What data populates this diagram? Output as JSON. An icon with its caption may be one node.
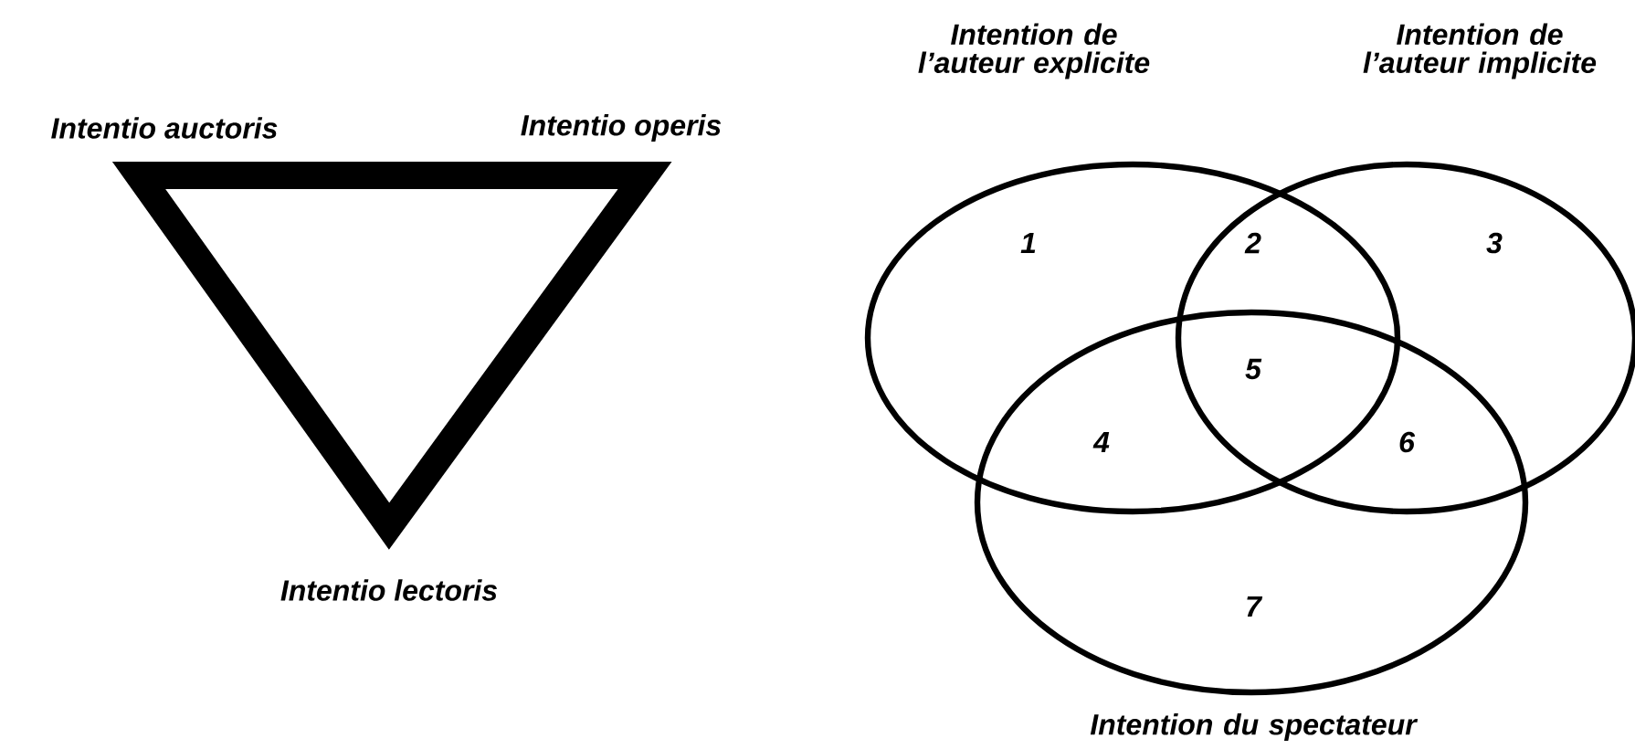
{
  "diagram": {
    "nodes": [
      {
        "text": [
          "Intention de l’auteur explicite"
        ]
      },
      {
        "text": [
          "Intention de l’auteur implicite"
        ]
      },
      {
        "text": [
          "Intention du spectateur"
        ]
      }
    ],
    "labels": [
      "Intentio auctoris",
      "Intentio operis",
      "Intentio lectoris",
      "1",
      "2",
      "3",
      "5",
      "4",
      "6",
      "7"
    ]
  }
}
